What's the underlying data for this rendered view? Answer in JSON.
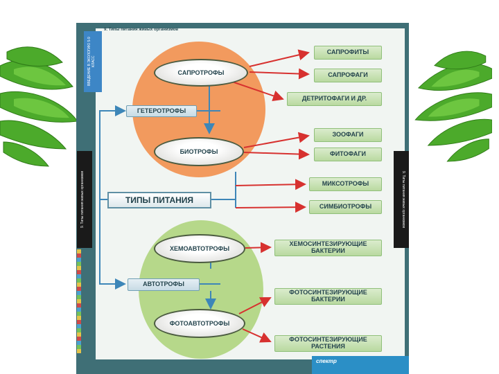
{
  "poster": {
    "title": "9. Типы питания живых организмов",
    "side_label_top": "ВВЕДЕНИЕ В ЭКОЛОГИЮ 5-9 КЛАСС",
    "left_tab_label": "9. Типы питания живых организмов",
    "right_tab_label": "9. Типы питания живых организмов",
    "brand": "спектр"
  },
  "diagram": {
    "main": "ТИПЫ ПИТАНИЯ",
    "heterotrophs": "ГЕТЕРОТРОФЫ",
    "autotrophs": "АВТОТРОФЫ",
    "saprotrophs": "САПРОТРОФЫ",
    "biotrophs": "БИОТРОФЫ",
    "chemoautotrophs": "ХЕМОАВТОТРОФЫ",
    "photoautotrophs": "ФОТОАВТОТРОФЫ",
    "saprophytes": "САПРОФИТЫ",
    "saprophages": "САПРОФАГИ",
    "detritophages": "ДЕТРИТОФАГИ И ДР.",
    "zoophages": "ЗООФАГИ",
    "phytophages": "ФИТОФАГИ",
    "mixotrophs": "МИКСОТРОФЫ",
    "symbiotrophs": "СИМБИОТРОФЫ",
    "chemo_bacteria": "ХЕМОСИНТЕЗИРУЮЩИЕ\nБАКТЕРИИ",
    "photo_bacteria": "ФОТОСИНТЕЗИРУЮЩИЕ\nБАКТЕРИИ",
    "photo_plants": "ФОТОСИНТЕЗИРУЮЩИЕ\nРАСТЕНИЯ"
  },
  "colors": {
    "orange_zone": "#f29a5e",
    "green_zone": "#b6d88a",
    "frame": "#3f6f76",
    "arrow_red": "#d7312f",
    "arrow_blue": "#3d86b8"
  },
  "icons": {
    "leaves_left": "green-leaves-icon",
    "leaves_right": "green-leaves-icon"
  }
}
